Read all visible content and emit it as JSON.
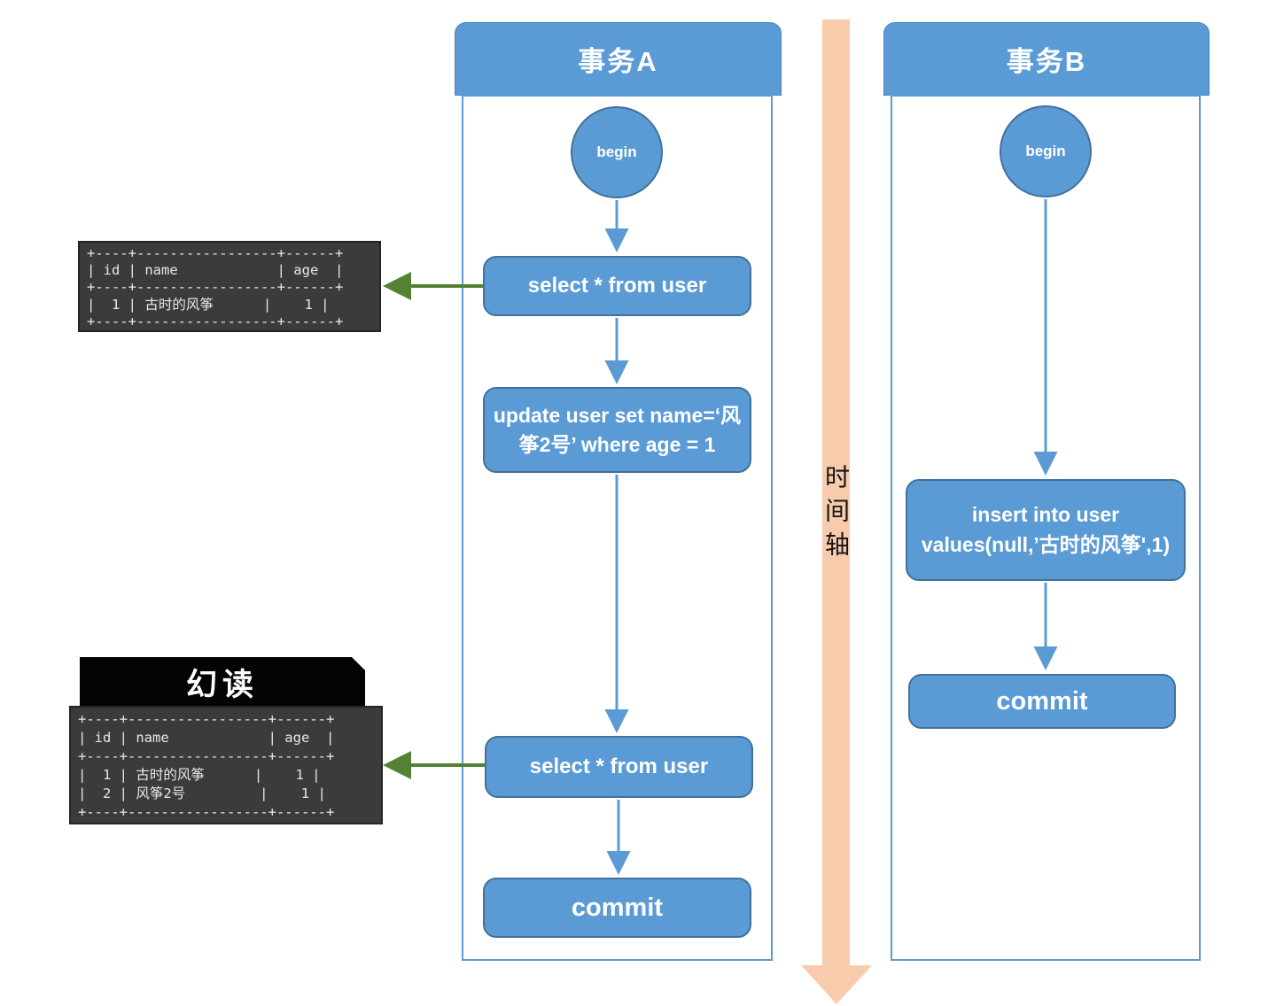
{
  "colors": {
    "node_fill": "#5B9BD5",
    "node_border": "#41719C",
    "timeline_fill": "#F8CBAD",
    "result_arrow_green": "#548235",
    "terminal_bg": "#3B3B3B",
    "terminal_text": "#E8E8E8",
    "phantom_badge_bg": "#040404",
    "text_white": "#FFFFFF"
  },
  "timeline": {
    "label": "时间轴"
  },
  "phantom_badge": {
    "label": "幻读"
  },
  "transaction_a": {
    "title": "事务A",
    "begin_label": "begin",
    "select_1": "select * from user",
    "update": "update user set name=‘风筝2号’ where age = 1",
    "select_2": "select * from user",
    "commit_label": "commit"
  },
  "transaction_b": {
    "title": "事务B",
    "begin_label": "begin",
    "insert": "insert into user values(null,’古时的风筝',1)",
    "commit_label": "commit"
  },
  "query_result_initial": {
    "lines": [
      "+----+-----------------+------+",
      "| id | name            | age  |",
      "+----+-----------------+------+",
      "|  1 | 古时的风筝      |    1 |",
      "+----+-----------------+------+"
    ]
  },
  "query_result_phantom": {
    "lines": [
      "+----+-----------------+------+",
      "| id | name            | age  |",
      "+----+-----------------+------+",
      "|  1 | 古时的风筝      |    1 |",
      "|  2 | 风筝2号         |    1 |",
      "+----+-----------------+------+"
    ]
  }
}
